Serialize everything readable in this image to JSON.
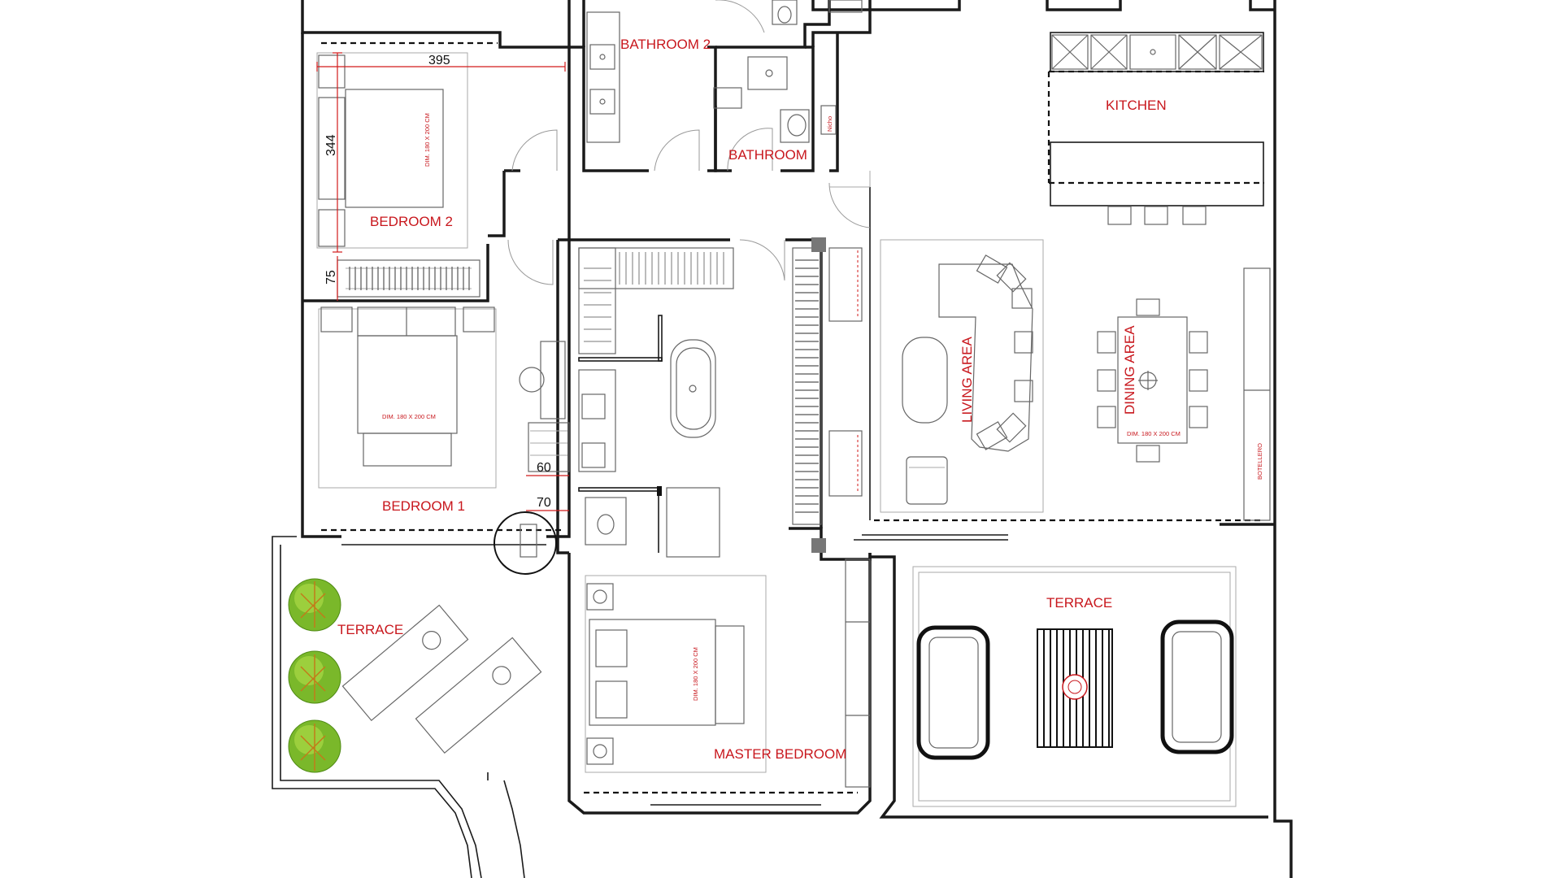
{
  "rooms": {
    "bathroom2": "BATHROOM 2",
    "bathroom": "BATHROOM",
    "kitchen": "KITCHEN",
    "bedroom2": "BEDROOM 2",
    "bedroom1": "BEDROOM 1",
    "living_area": "LIVING AREA",
    "dining_area": "DINING AREA",
    "terrace_left": "TERRACE",
    "terrace_right": "TERRACE",
    "master_bedroom": "MASTER BEDROOM"
  },
  "dimensions": {
    "bedroom2_width": "395",
    "bedroom2_depth": "344",
    "wardrobe_depth": "75",
    "passage_60": "60",
    "passage_70": "70"
  },
  "annotations": {
    "bed_note_bedroom2": "DIM. 180 X 200 CM",
    "bed_note_bedroom1": "DIM. 180 X 200 CM",
    "bed_note_master": "DIM. 180 X 200 CM",
    "dining_note": "DIM. 180 X 200 CM",
    "botellero": "BOTELLERO",
    "nicho": "Nicho"
  },
  "colors": {
    "label_red": "#c8171d",
    "wall": "#1a1a1a",
    "tree_green": "#7ab82a"
  }
}
